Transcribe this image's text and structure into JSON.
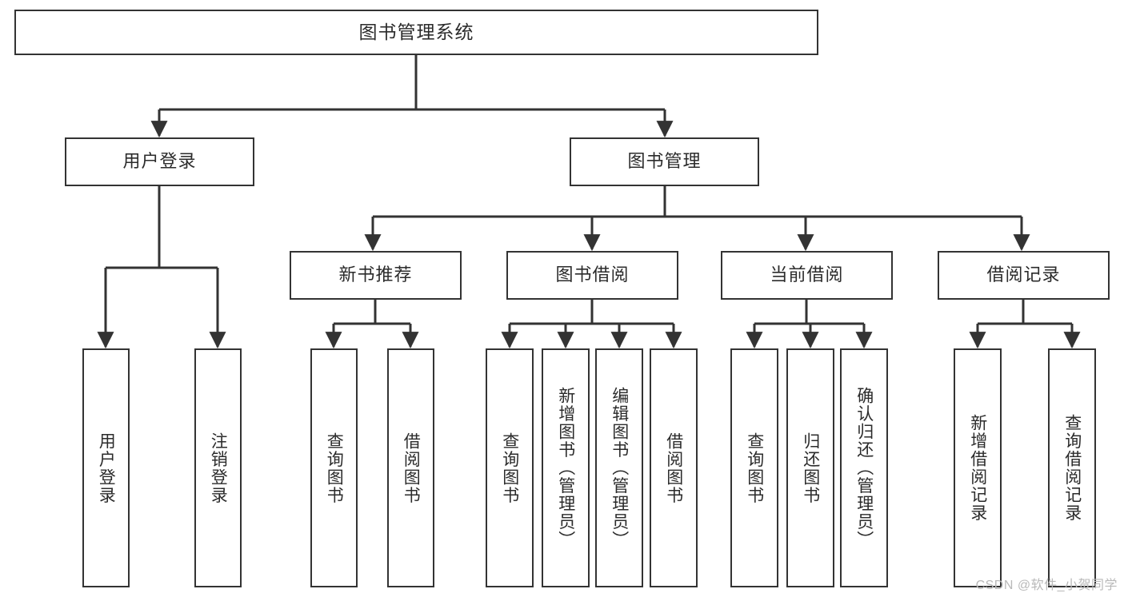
{
  "diagram": {
    "title": "图书管理系统",
    "type": "tree",
    "watermark": "CSDN @软件_小贺同学",
    "colors": {
      "node_border": "#333333",
      "node_fill": "#ffffff",
      "edge": "#333333",
      "text": "#2b2b2b",
      "watermark": "#b9b9b9",
      "background": "#ffffff"
    },
    "nodes": {
      "root": {
        "label": "图书管理系统"
      },
      "level2": [
        {
          "label": "用户登录"
        },
        {
          "label": "图书管理"
        }
      ],
      "level3": [
        {
          "label": "新书推荐"
        },
        {
          "label": "图书借阅"
        },
        {
          "label": "当前借阅"
        },
        {
          "label": "借阅记录"
        }
      ],
      "leaves": {
        "user_login": [
          {
            "label": "用户登录"
          },
          {
            "label": "注销登录"
          }
        ],
        "new_book_recommend": [
          {
            "label": "查询图书"
          },
          {
            "label": "借阅图书"
          }
        ],
        "book_borrow": [
          {
            "label": "查询图书"
          },
          {
            "label": "新增图书（管理员）"
          },
          {
            "label": "编辑图书（管理员）"
          },
          {
            "label": "借阅图书"
          }
        ],
        "current_borrow": [
          {
            "label": "查询图书"
          },
          {
            "label": "归还图书"
          },
          {
            "label": "确认归还（管理员）"
          }
        ],
        "borrow_record": [
          {
            "label": "新增借阅记录"
          },
          {
            "label": "查询借阅记录"
          }
        ]
      }
    }
  }
}
